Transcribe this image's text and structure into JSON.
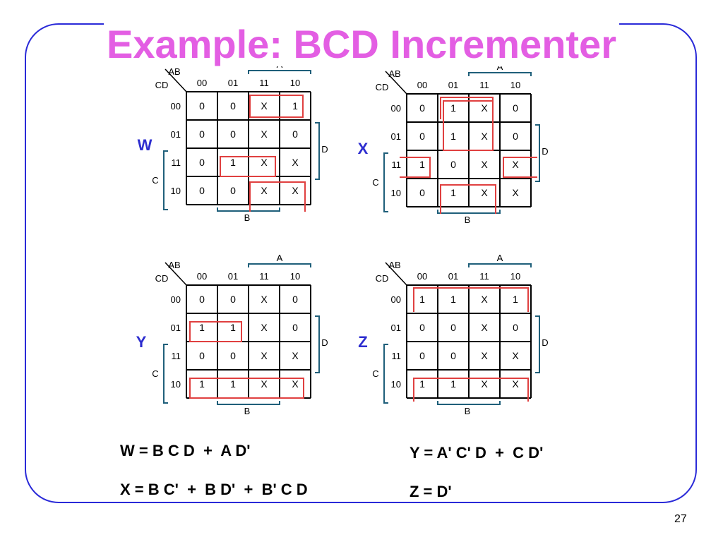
{
  "slide": {
    "title": "Example: BCD Incrementer",
    "page_number": "27"
  },
  "kmap_labels": {
    "row_var": "CD",
    "col_var": "AB",
    "col_headers": [
      "00",
      "01",
      "11",
      "10"
    ],
    "row_headers": [
      "00",
      "01",
      "11",
      "10"
    ],
    "bracket_a": "A",
    "bracket_b": "B",
    "bracket_c": "C",
    "bracket_d": "D"
  },
  "colors": {
    "grid": "#000000",
    "bracket": "#1f5f7a",
    "group": "#e04040",
    "output_label": "#2d2dcf"
  },
  "kmaps": [
    {
      "name": "W",
      "cells": [
        [
          "0",
          "0",
          "X",
          "1"
        ],
        [
          "0",
          "0",
          "X",
          "0"
        ],
        [
          "0",
          "1",
          "X",
          "X"
        ],
        [
          "0",
          "0",
          "X",
          "X"
        ]
      ]
    },
    {
      "name": "X",
      "cells": [
        [
          "0",
          "1",
          "X",
          "0"
        ],
        [
          "0",
          "1",
          "X",
          "0"
        ],
        [
          "1",
          "0",
          "X",
          "X"
        ],
        [
          "0",
          "1",
          "X",
          "X"
        ]
      ]
    },
    {
      "name": "Y",
      "cells": [
        [
          "0",
          "0",
          "X",
          "0"
        ],
        [
          "1",
          "1",
          "X",
          "0"
        ],
        [
          "0",
          "0",
          "X",
          "X"
        ],
        [
          "1",
          "1",
          "X",
          "X"
        ]
      ]
    },
    {
      "name": "Z",
      "cells": [
        [
          "1",
          "1",
          "X",
          "1"
        ],
        [
          "0",
          "0",
          "X",
          "0"
        ],
        [
          "0",
          "0",
          "X",
          "X"
        ],
        [
          "1",
          "1",
          "X",
          "X"
        ]
      ]
    }
  ],
  "equations": {
    "w": "W = B C D  +  A D'",
    "x": "X = B C'  +  B D'  +  B' C D",
    "y": "Y = A' C' D  +  C D'",
    "z": "Z = D'"
  }
}
